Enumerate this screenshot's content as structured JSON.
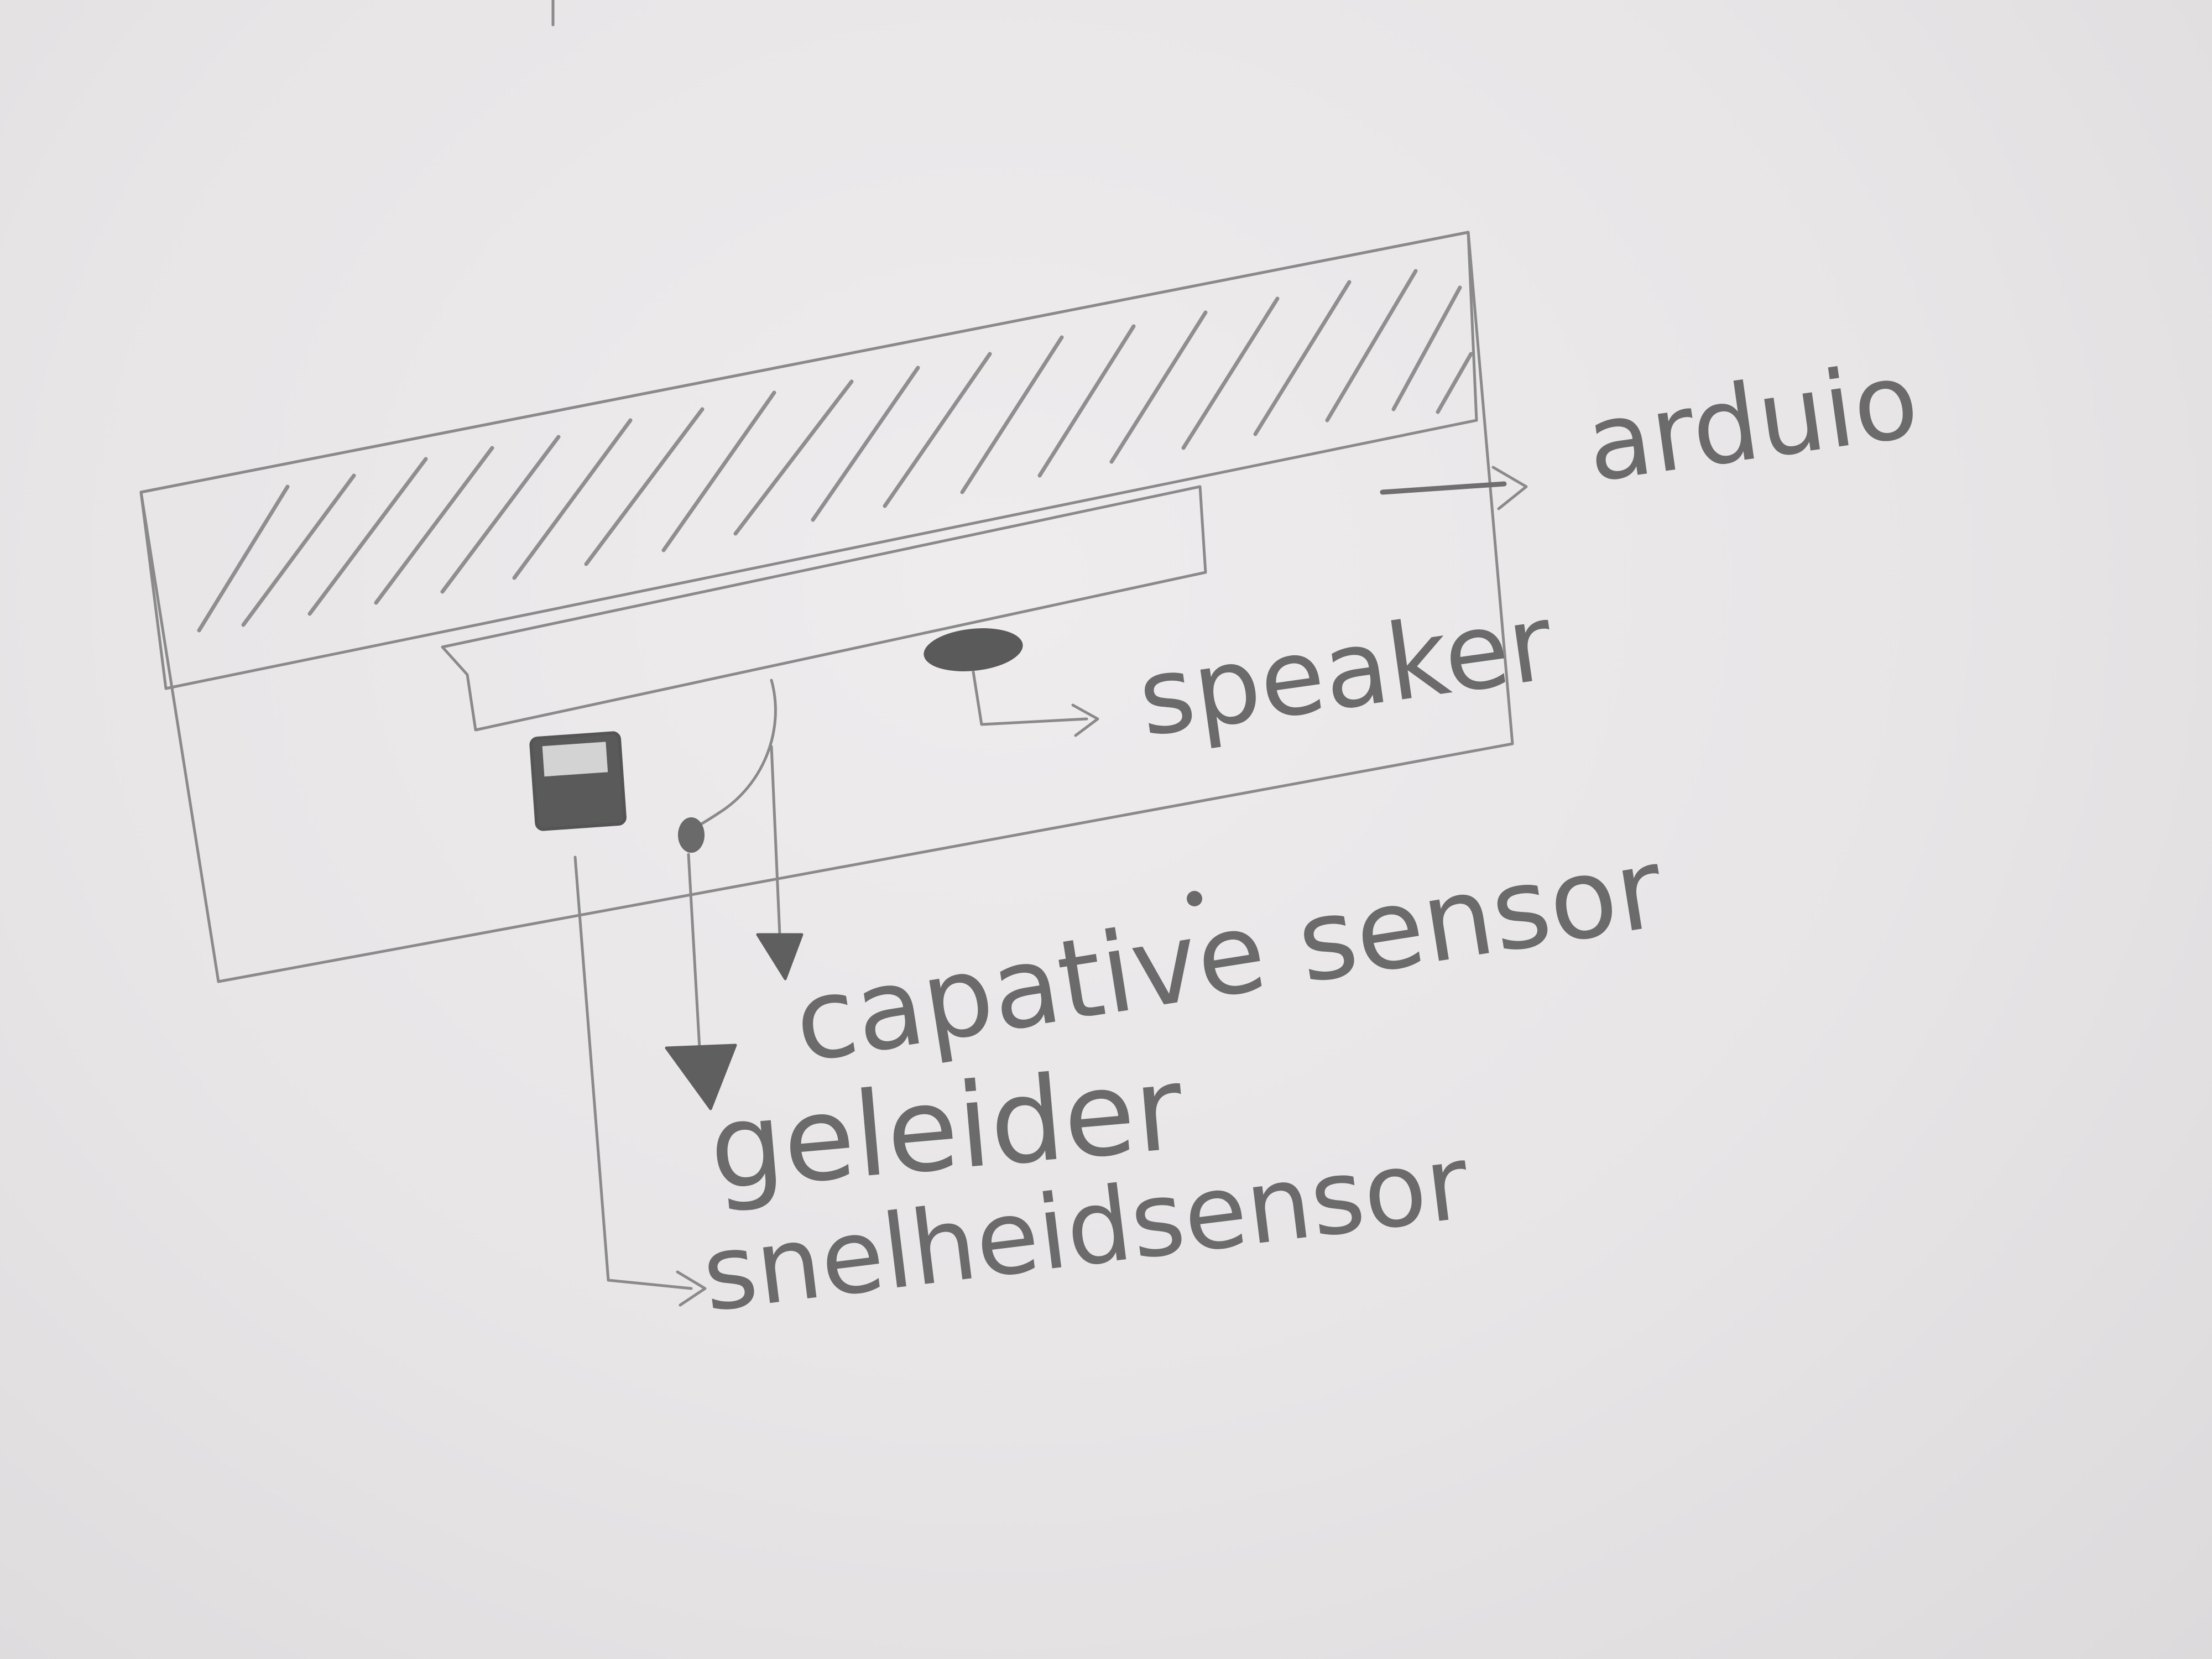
{
  "labels": {
    "arduino": "arduio",
    "speaker": "speaker",
    "capacitive_sensor": "capative sensor",
    "conductor": "geleider",
    "speed_sensor": "snelheidsensor"
  }
}
